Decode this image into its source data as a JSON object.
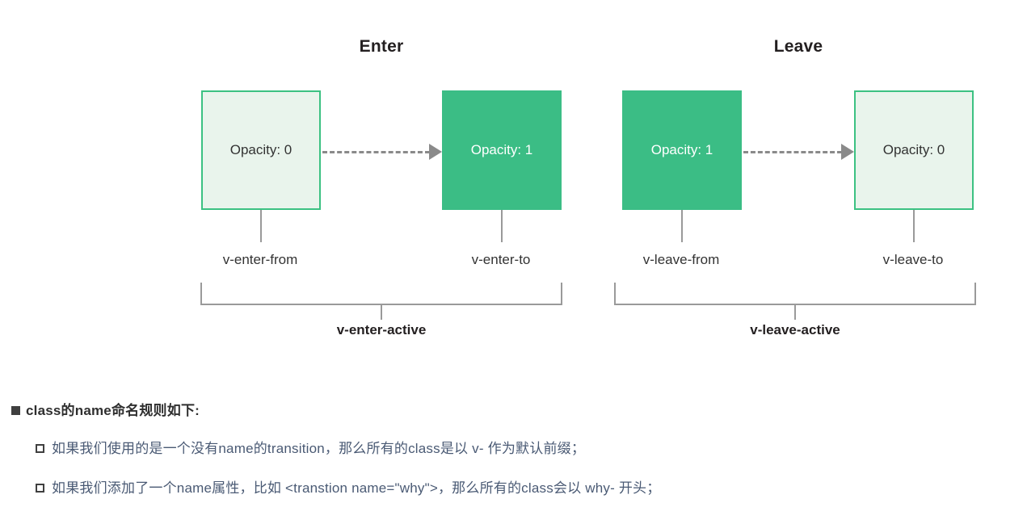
{
  "diagram": {
    "phases": [
      {
        "title": "Enter",
        "from": {
          "box_label": "Opacity: 0",
          "class_label": "v-enter-from"
        },
        "to": {
          "box_label": "Opacity: 1",
          "class_label": "v-enter-to"
        },
        "active_label": "v-enter-active"
      },
      {
        "title": "Leave",
        "from": {
          "box_label": "Opacity: 1",
          "class_label": "v-leave-from"
        },
        "to": {
          "box_label": "Opacity: 0",
          "class_label": "v-leave-to"
        },
        "active_label": "v-leave-active"
      }
    ],
    "colors": {
      "solid_green": "#3bbd85",
      "light_green_fill": "#e9f4ec",
      "green_border": "#3cc182",
      "arrow_grey": "#8a8a8a",
      "connector_grey": "#9a9a9a",
      "title_black": "#231f20"
    }
  },
  "notes": {
    "heading": "class的name命名规则如下:",
    "items": [
      "如果我们使用的是一个没有name的transition，那么所有的class是以 v- 作为默认前缀；",
      "如果我们添加了一个name属性，比如 <transtion name=\"why\">，那么所有的class会以 why- 开头；"
    ]
  }
}
